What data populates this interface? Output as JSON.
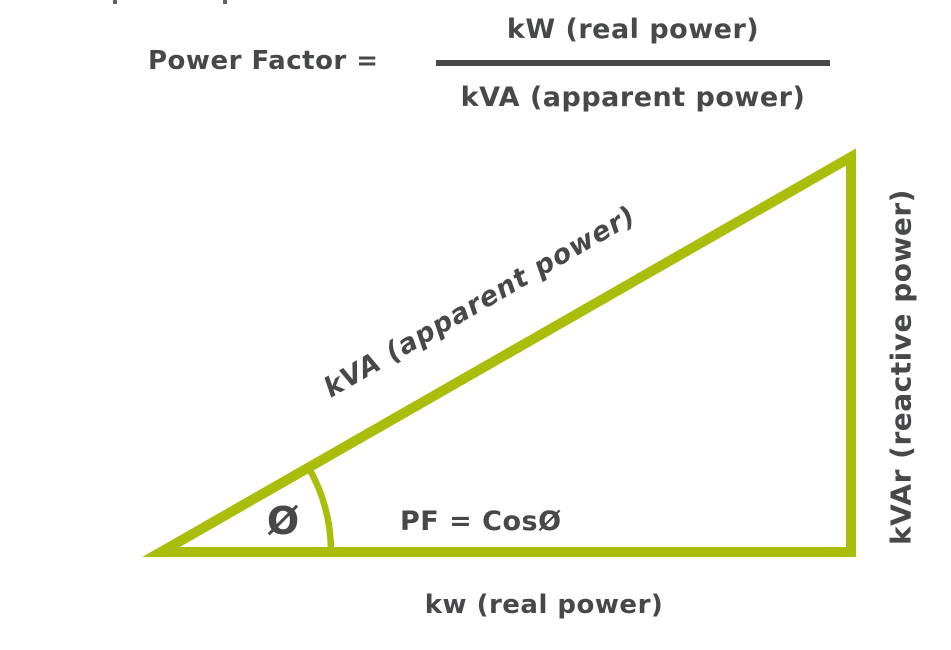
{
  "colors": {
    "accent": "#a9bd0b",
    "ink": "#47484a",
    "bg": "#ffffff"
  },
  "formula": {
    "label": "Power Factor =",
    "numerator": "kW (real power)",
    "denominator": "kVA (apparent power)"
  },
  "triangle": {
    "hypotenuse_label": "kVA (apparent power)",
    "vertical_label": "kVAr (reactive power)",
    "base_label": "kw (real power)",
    "angle_symbol": "Ø",
    "pf_equation": "PF = CosØ"
  }
}
